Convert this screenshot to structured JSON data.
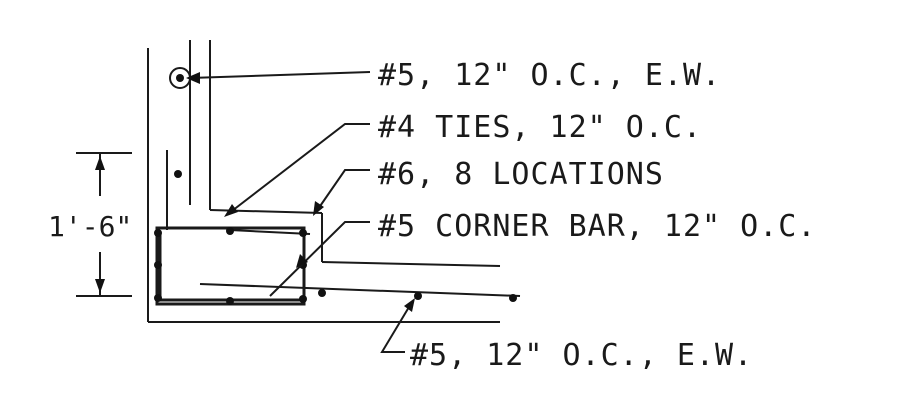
{
  "callouts": {
    "vertical_bars": "#5, 12\" O.C., E.W.",
    "ties": "#4 TIES, 12\" O.C.",
    "corner_longitudinal": "#6, 8 LOCATIONS",
    "corner_bar": "#5 CORNER BAR, 12\" O.C.",
    "horizontal_bars": "#5, 12\" O.C., E.W."
  },
  "dimension": {
    "height": "1'-6\""
  }
}
